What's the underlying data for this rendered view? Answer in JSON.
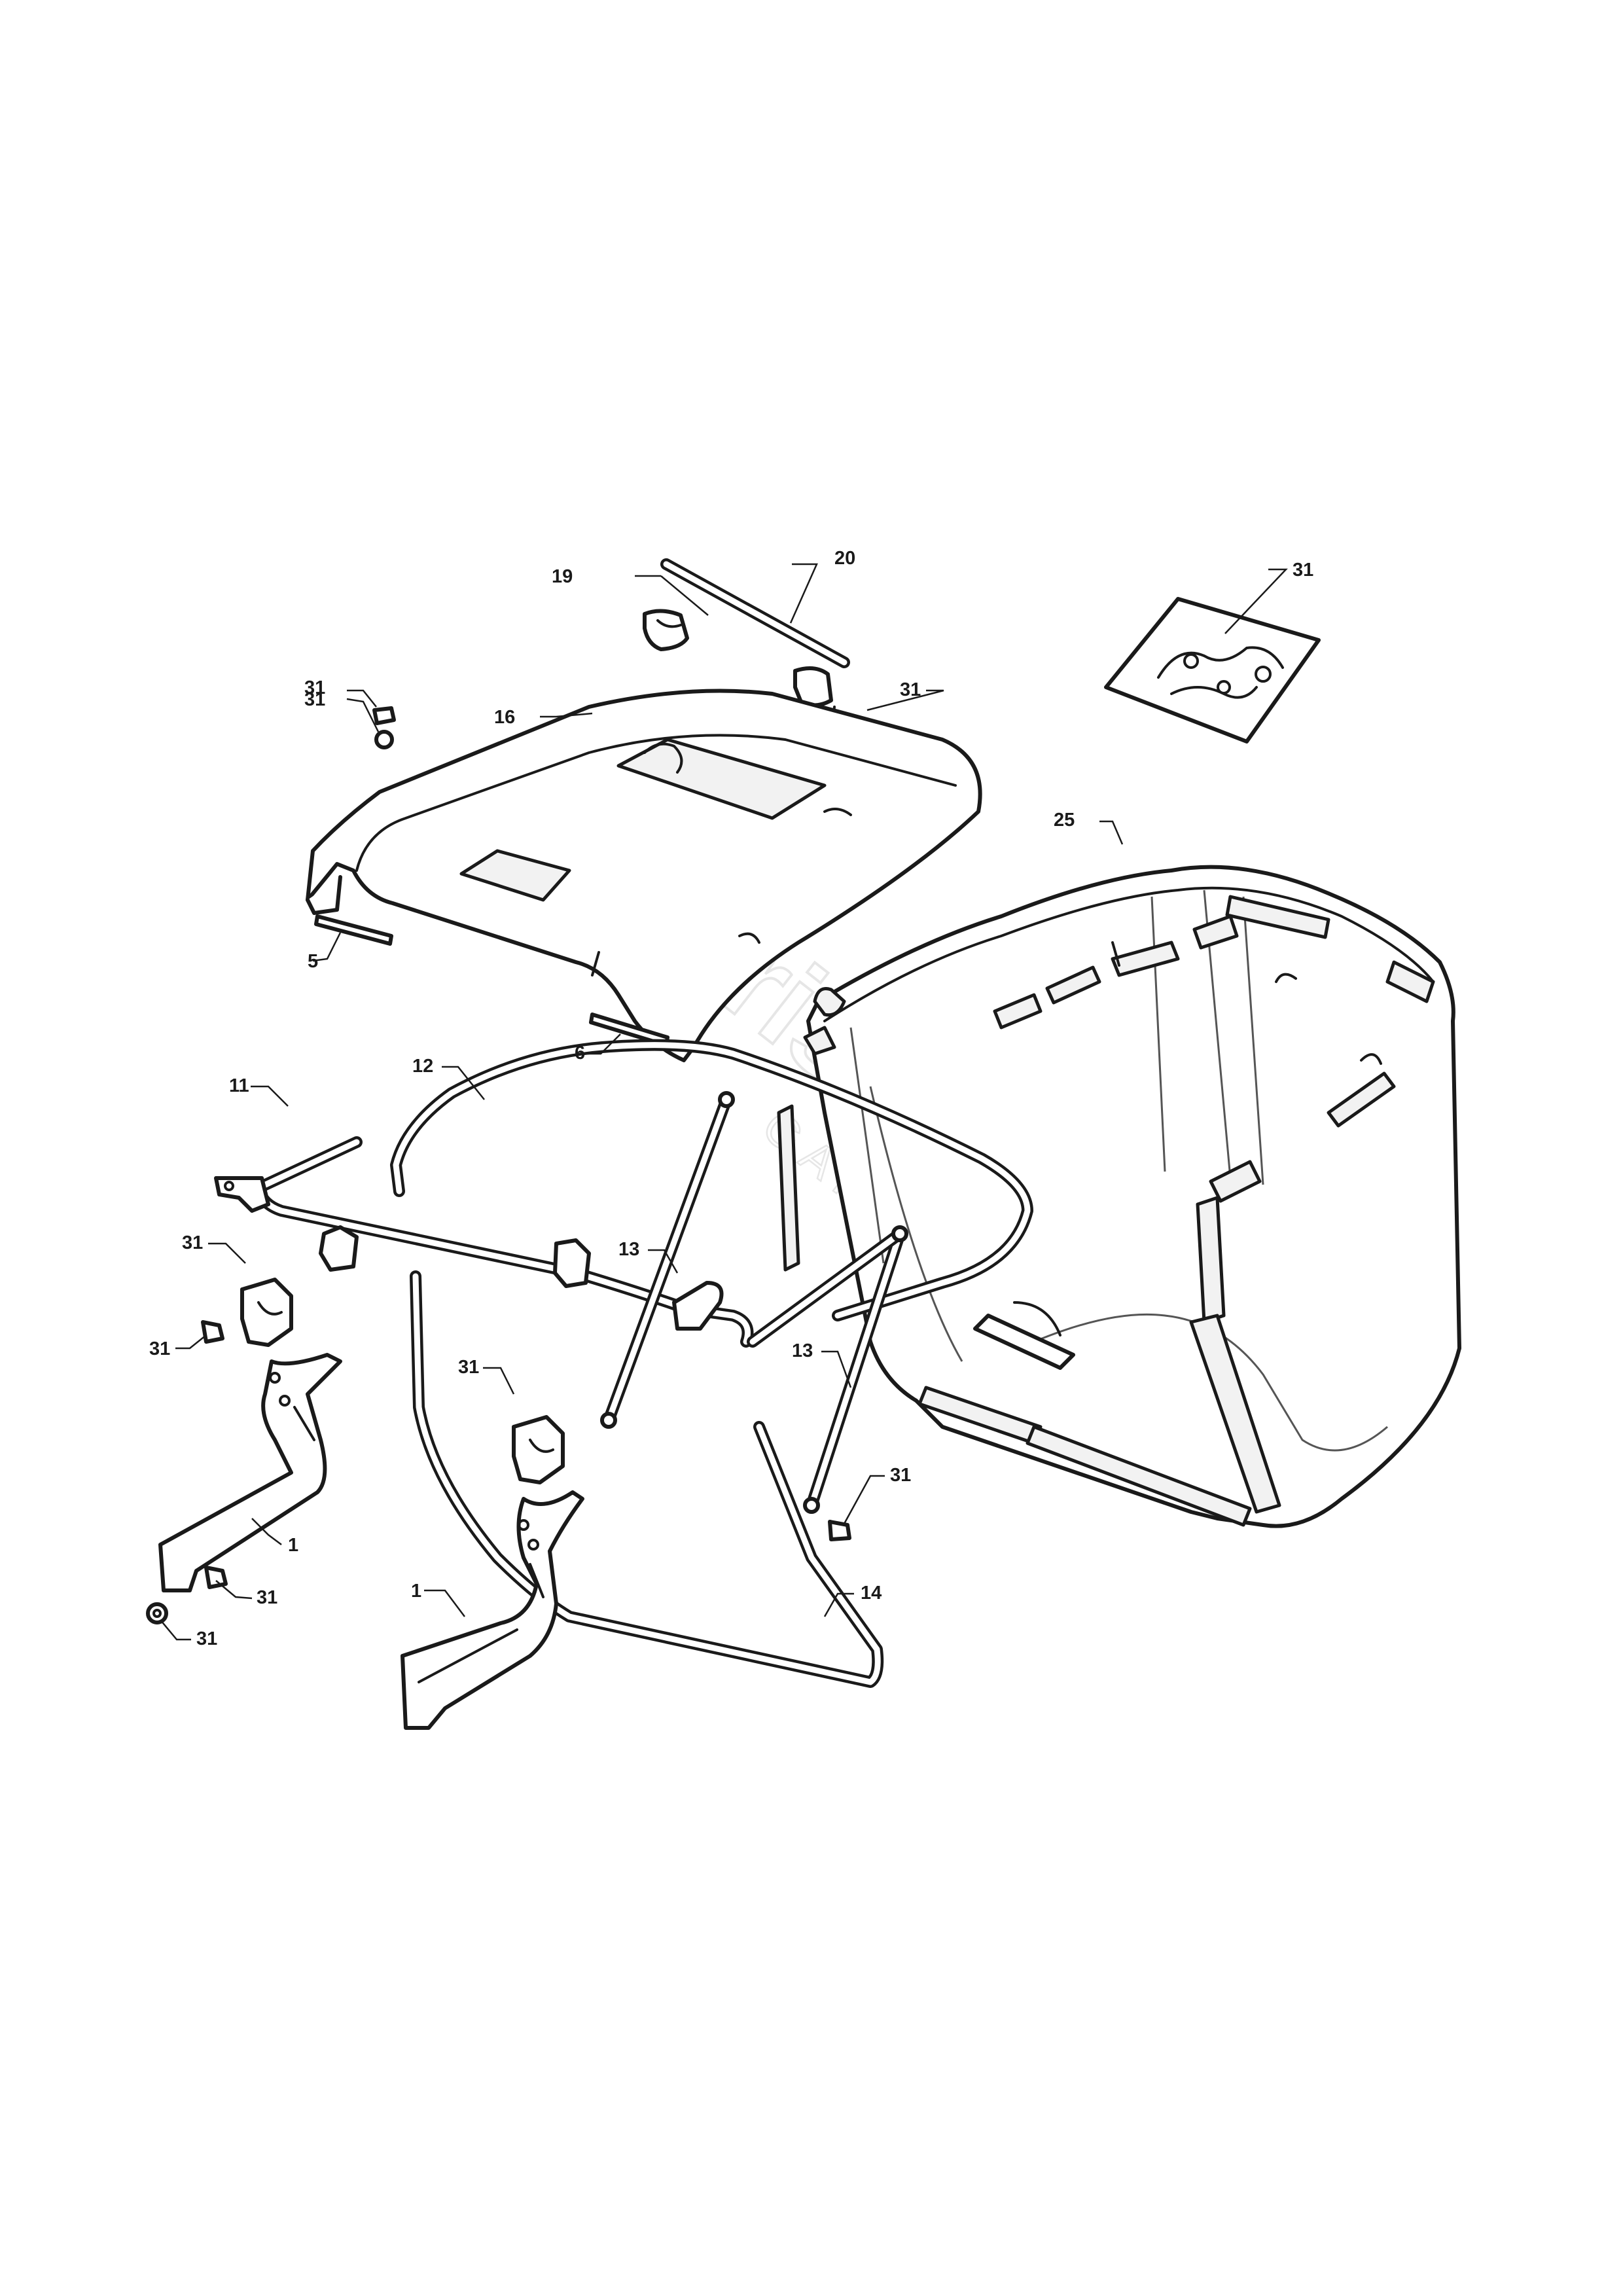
{
  "watermark": {
    "brand": "Sunrise",
    "sub": "GARDEN"
  },
  "callouts": {
    "c1a": "1",
    "c1b": "1",
    "c5": "5",
    "c6": "6",
    "c11": "11",
    "c12": "12",
    "c13a": "13",
    "c13b": "13",
    "c14": "14",
    "c16": "16",
    "c19": "19",
    "c20": "20",
    "c25": "25",
    "c31_kit": "31",
    "c31_top1": "31",
    "c31_top2": "31",
    "c31_top3": "31",
    "c31_brk1": "31",
    "c31_bolt1": "31",
    "c31_brk2": "31",
    "c31_bolt2": "31",
    "c31_nut": "31",
    "c31_screw": "31"
  },
  "colors": {
    "line": "#1a1a1a",
    "background": "#ffffff",
    "watermark": "#e6e6e6"
  }
}
